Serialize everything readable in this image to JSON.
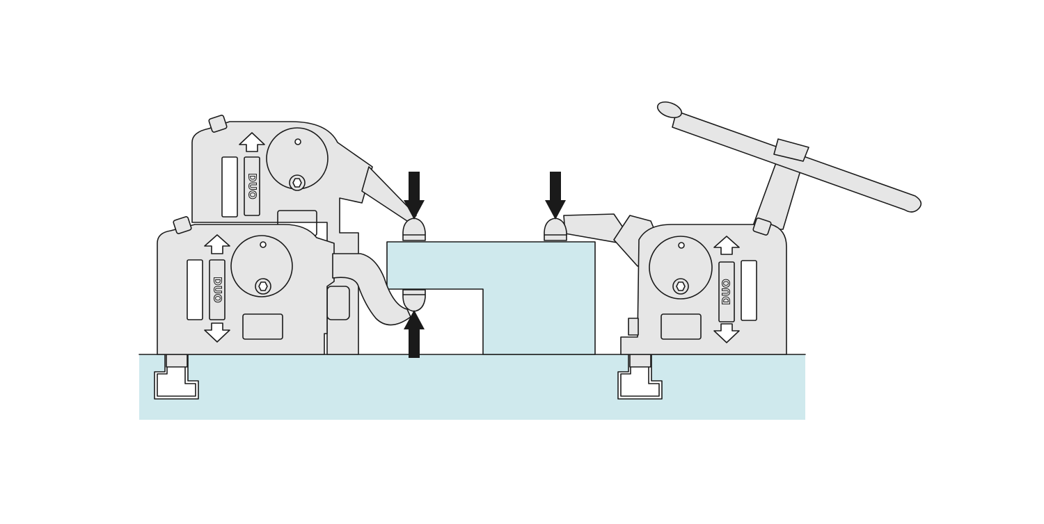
{
  "diagram": {
    "clamp_label_text": "DUO",
    "clamps": [
      {
        "id": "clamp-top-left",
        "label": "DUO"
      },
      {
        "id": "clamp-bottom-left",
        "label": "DUO"
      },
      {
        "id": "clamp-right",
        "label": "DUO"
      }
    ],
    "force_arrows": [
      {
        "id": "arrow-down-left",
        "direction": "down"
      },
      {
        "id": "arrow-up-left",
        "direction": "up"
      },
      {
        "id": "arrow-down-right",
        "direction": "down"
      }
    ],
    "colors": {
      "machine_body": "#e6e6e6",
      "machine_table": "#cfe9ed",
      "workpiece": "#cfe9ed",
      "outline": "#1a1a1a",
      "arrows": "#1a1a1a"
    }
  }
}
